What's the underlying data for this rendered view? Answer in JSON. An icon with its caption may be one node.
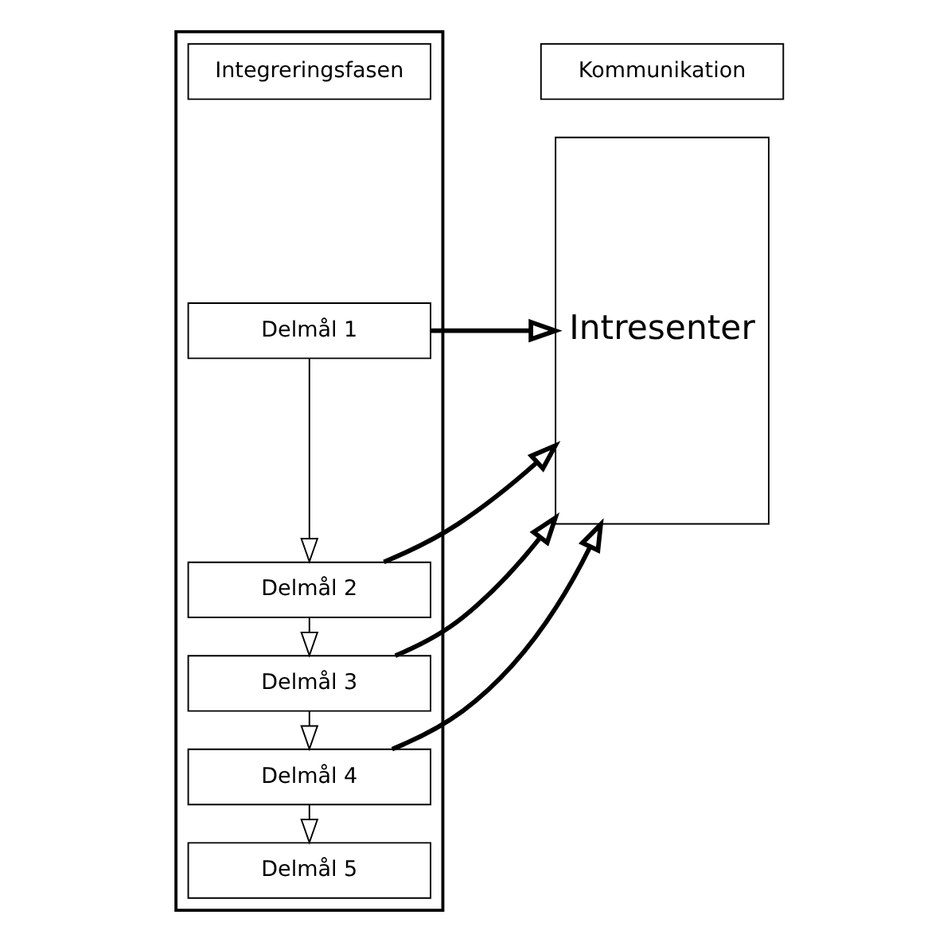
{
  "diagram": {
    "nodes": [
      {
        "text": [],
        "shape": "box"
      },
      {
        "text": [
          "Integreringsfasen"
        ],
        "in": 0
      },
      {
        "text": [
          "Kommunikation"
        ]
      },
      {
        "text": [
          "Delmål 1"
        ],
        "in": 0
      },
      {
        "text": [
          "Delmål 2"
        ],
        "in": 0
      },
      {
        "text": [
          "Delmål 3"
        ],
        "in": 0
      },
      {
        "text": [
          "Delmål 4"
        ],
        "in": 0
      },
      {
        "text": [
          "Delmål 5"
        ],
        "in": 0
      },
      {
        "text": [
          "Intresenter"
        ]
      }
    ],
    "edges": [
      {
        "from": 3,
        "to": 4,
        "arrow": "to"
      },
      {
        "from": 4,
        "to": 5,
        "arrow": "to"
      },
      {
        "from": 5,
        "to": 6,
        "arrow": "to"
      },
      {
        "from": 6,
        "to": 7,
        "arrow": "to"
      },
      {
        "from": 3,
        "to": 8,
        "arrow": "to",
        "style": "thick"
      },
      {
        "from": 4,
        "to": 8,
        "arrow": "to",
        "style": "thick"
      },
      {
        "from": 5,
        "to": 8,
        "arrow": "to",
        "style": "thick"
      },
      {
        "from": 6,
        "to": 8,
        "arrow": "to",
        "style": "thick"
      }
    ]
  }
}
